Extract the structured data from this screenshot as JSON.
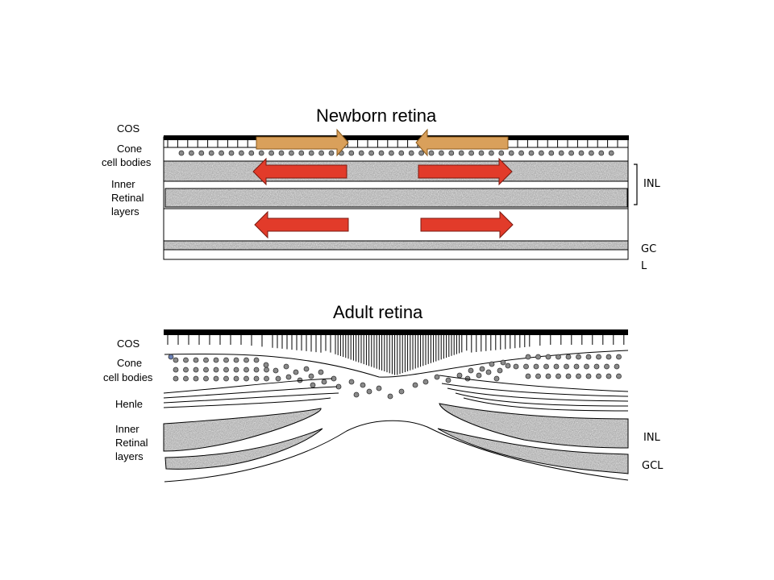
{
  "newborn": {
    "title": "Newborn retina",
    "labels": {
      "cos": "COS",
      "cone1": "Cone",
      "cone2": "cell bodies",
      "inner1": "Inner",
      "inner2": "Retinal",
      "inner3": "layers",
      "inl": "INL",
      "gcl1": "GC",
      "gcl2": "L"
    },
    "colors": {
      "tan_arrow": "#D9A05B",
      "red_arrow": "#E23B2A",
      "cell": "#8A8A8A"
    }
  },
  "adult": {
    "title": "Adult retina",
    "labels": {
      "cos": "COS",
      "cone1": "Cone",
      "cone2": "cell bodies",
      "henle": "Henle",
      "inner1": "Inner",
      "inner2": "Retinal",
      "inner3": "layers",
      "inl": "INL",
      "gcl": "GCL"
    }
  }
}
